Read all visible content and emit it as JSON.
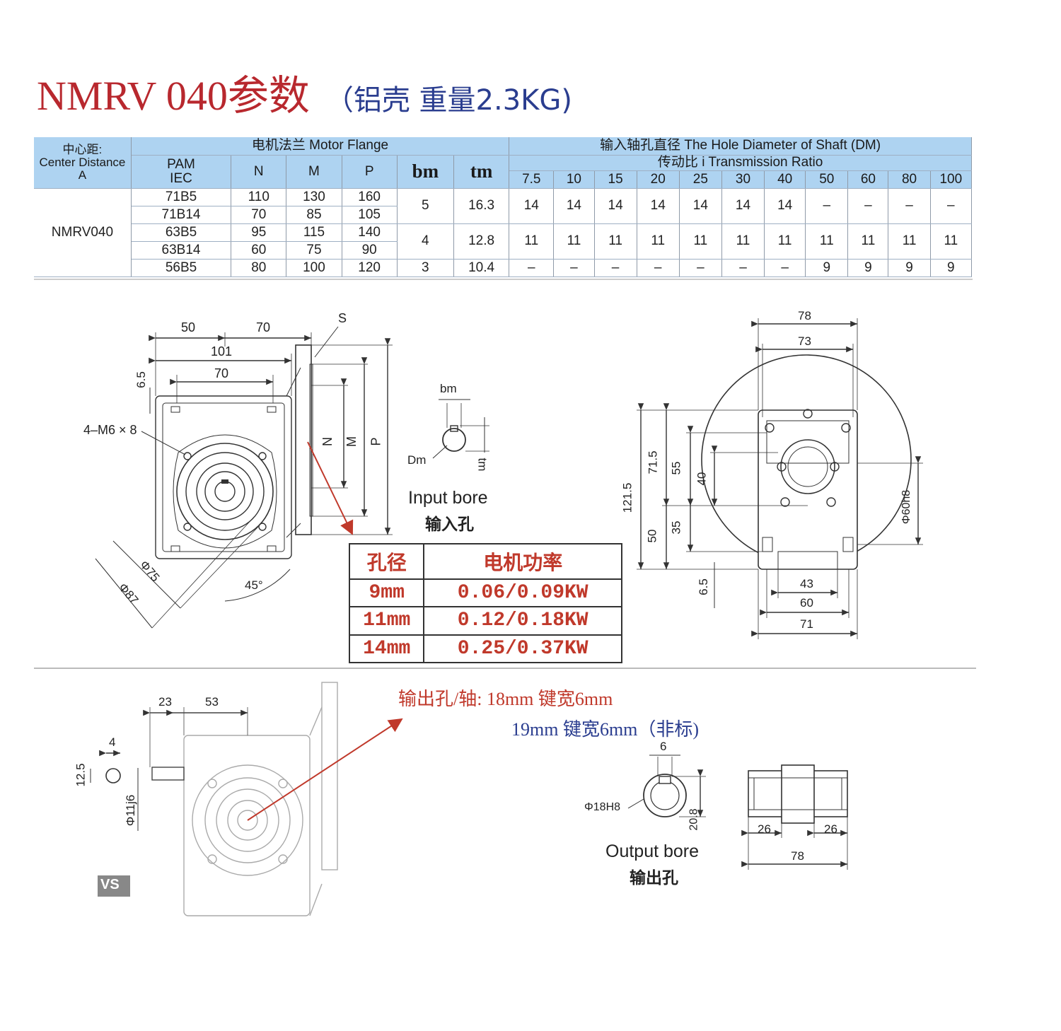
{
  "title": {
    "main": "NMRV 040参数",
    "sub": "（铝壳 重量2.3KG)"
  },
  "table": {
    "h_center": [
      "中心距:",
      "Center Distance",
      "A"
    ],
    "h_motor_flange": "电机法兰  Motor Flange",
    "h_hole": "输入轴孔直径    The Hole Diameter of Shaft  (DM)",
    "h_ratio": "传动比 i Transmission Ratio",
    "h_pam": [
      "PAM",
      "IEC"
    ],
    "h_cols": [
      "N",
      "M",
      "P",
      "bm",
      "tm"
    ],
    "ratios": [
      "7.5",
      "10",
      "15",
      "20",
      "25",
      "30",
      "40",
      "50",
      "60",
      "80",
      "100"
    ],
    "model": "NMRV040",
    "rows": [
      {
        "pam": "71B5",
        "n": "110",
        "m": "130",
        "p": "160"
      },
      {
        "pam": "71B14",
        "n": "70",
        "m": "85",
        "p": "105"
      },
      {
        "pam": "63B5",
        "n": "95",
        "m": "115",
        "p": "140"
      },
      {
        "pam": "63B14",
        "n": "60",
        "m": "75",
        "p": "90"
      },
      {
        "pam": "56B5",
        "n": "80",
        "m": "100",
        "p": "120"
      }
    ],
    "groups": [
      {
        "bm": "5",
        "tm": "16.3",
        "dm": [
          "14",
          "14",
          "14",
          "14",
          "14",
          "14",
          "14",
          "–",
          "–",
          "–",
          "–"
        ]
      },
      {
        "bm": "4",
        "tm": "12.8",
        "dm": [
          "11",
          "11",
          "11",
          "11",
          "11",
          "11",
          "11",
          "11",
          "11",
          "11",
          "11"
        ]
      },
      {
        "bm": "3",
        "tm": "10.4",
        "dm": [
          "–",
          "–",
          "–",
          "–",
          "–",
          "–",
          "–",
          "9",
          "9",
          "9",
          "9"
        ]
      }
    ]
  },
  "power_table": {
    "header": [
      "孔径",
      "电机功率"
    ],
    "rows": [
      [
        "9mm",
        "0.06/0.09KW"
      ],
      [
        "11mm",
        "0.12/0.18KW"
      ],
      [
        "14mm",
        "0.25/0.37KW"
      ]
    ]
  },
  "labels": {
    "input_bore": "Input bore",
    "input_bore_cn": "输入孔",
    "output_bore": "Output bore",
    "output_bore_cn": "输出孔",
    "output_note_1": "输出孔/轴: 18mm 键宽6mm",
    "output_note_2": "19mm 键宽6mm（非标)",
    "logo": "VS"
  },
  "dims": {
    "front": {
      "d50": "50",
      "d70a": "70",
      "d101": "101",
      "d70b": "70",
      "d65": "6.5",
      "m6": "4–M6 × 8",
      "s": "S",
      "n": "N",
      "m": "M",
      "p": "P",
      "phi75": "Φ75",
      "phi87": "Φ87",
      "a45": "45°"
    },
    "key": {
      "bm": "bm",
      "dm": "Dm",
      "tm": "tm"
    },
    "side": {
      "d78": "78",
      "d73": "73",
      "d1215": "121.5",
      "d715": "71.5",
      "d55": "55",
      "d40": "40",
      "d50": "50",
      "d35": "35",
      "d65": "6.5",
      "d43": "43",
      "d60": "60",
      "d71": "71",
      "phi60": "Φ60h8"
    },
    "bottom": {
      "d23": "23",
      "d53": "53",
      "d4": "4",
      "d125": "12.5",
      "phi11": "Φ11j6",
      "d6": "6",
      "phi18": "Φ18H8",
      "d208": "20.8",
      "d26a": "26",
      "d26b": "26",
      "d78": "78"
    }
  }
}
